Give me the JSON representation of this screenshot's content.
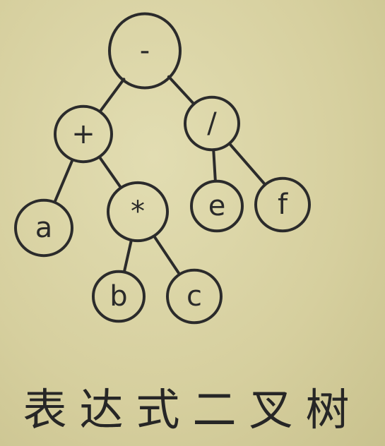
{
  "diagram": {
    "nodes": [
      {
        "id": "minus",
        "label": "-"
      },
      {
        "id": "plus",
        "label": "+"
      },
      {
        "id": "div",
        "label": "/"
      },
      {
        "id": "a",
        "label": "a"
      },
      {
        "id": "mul",
        "label": "*"
      },
      {
        "id": "e",
        "label": "e"
      },
      {
        "id": "f",
        "label": "f"
      },
      {
        "id": "b",
        "label": "b"
      },
      {
        "id": "c",
        "label": "c"
      }
    ],
    "edges": [
      [
        "minus",
        "plus"
      ],
      [
        "minus",
        "div"
      ],
      [
        "plus",
        "a"
      ],
      [
        "plus",
        "mul"
      ],
      [
        "div",
        "e"
      ],
      [
        "div",
        "f"
      ],
      [
        "mul",
        "b"
      ],
      [
        "mul",
        "c"
      ]
    ]
  },
  "caption": "表达式二叉树"
}
